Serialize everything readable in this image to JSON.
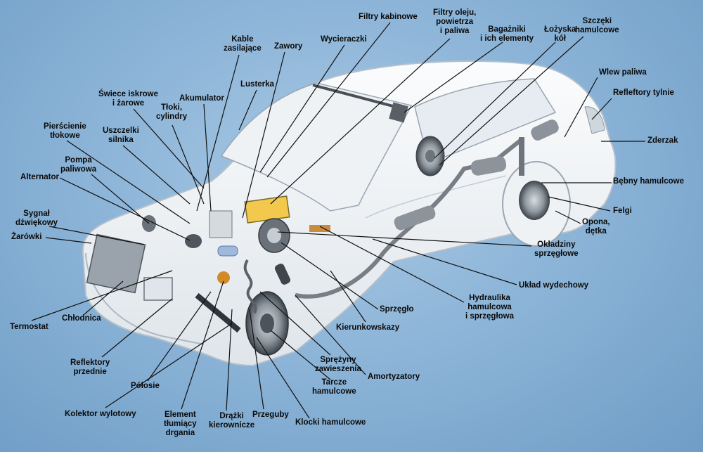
{
  "labels": {
    "filtry_kabinowe": "Filtry kabinowe",
    "filtry_oleju": "Filtry oleju,\npowietrza\ni paliwa",
    "bagazniki": "Bagażniki\ni ich elementy",
    "lozyska": "Łożyska\nkół",
    "szczeki": "Szczęki\nhamulcowe",
    "kable": "Kable\nzasilające",
    "zawory": "Zawory",
    "wycieraczki": "Wycieraczki",
    "lusterka": "Lusterka",
    "wlew": "Wlew paliwa",
    "reflektory_tylnie": "Refleftory tylnie",
    "swiece": "Świece iskrowe\ni żarowe",
    "akumulator": "Akumulator",
    "tloki": "Tłoki,\ncylindry",
    "pierscienie": "Pierścienie\ntłokowe",
    "uszczelki": "Uszczelki\nsilnika",
    "zderzak": "Zderzak",
    "pompa": "Pompa\npaliwowa",
    "alternator": "Alternator",
    "bebny": "Bębny hamulcowe",
    "sygnal": "Sygnał\ndźwiękowy",
    "zarowki": "Żarówki",
    "felgi": "Felgi",
    "opona": "Opona,\ndętka",
    "okladziny": "Okładziny\nsprzęgłowe",
    "uklad_wydechowy": "Układ wydechowy",
    "hydraulika": "Hydraulika\nhamulcowa\ni sprzęgłowa",
    "sprzeglo": "Sprzęgło",
    "termostat": "Termostat",
    "chlodnica": "Chłodnica",
    "kierunkowskazy": "Kierunkowskazy",
    "reflektory_przednie": "Reflektory\nprzednie",
    "sprezyny": "Sprężyny\nzawieszenia",
    "amortyzatory": "Amortyzatory",
    "tarcze": "Tarcze\nhamulcowe",
    "polosie": "Półosie",
    "kolektor": "Kolektor wylotowy",
    "element": "Element\ntłumiący\ndrgania",
    "drazki": "Drążki\nkierownicze",
    "przeguby": "Przeguby",
    "klocki": "Klocki hamulcowe"
  }
}
